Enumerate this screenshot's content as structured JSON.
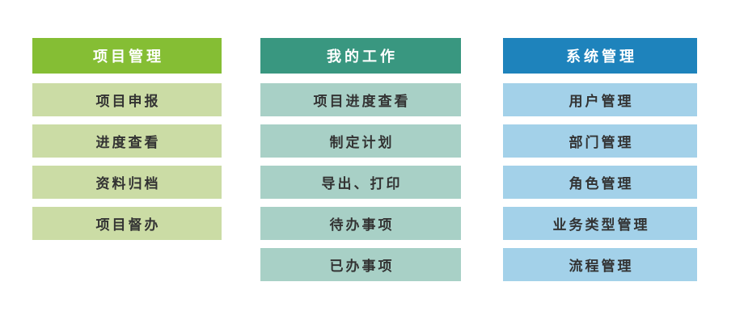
{
  "page": {
    "background": "#ffffff",
    "item_text_color": "#333333",
    "header_text_color": "#ffffff"
  },
  "columns": [
    {
      "id": "project-management",
      "header": {
        "label": "项目管理",
        "bg": "#85BE34"
      },
      "item_bg": "#CBDCA5",
      "items": [
        {
          "label": "项目申报"
        },
        {
          "label": "进度查看"
        },
        {
          "label": "资料归档"
        },
        {
          "label": "项目督办"
        }
      ]
    },
    {
      "id": "my-work",
      "header": {
        "label": "我的工作",
        "bg": "#399780"
      },
      "item_bg": "#A8D0C6",
      "items": [
        {
          "label": "项目进度查看"
        },
        {
          "label": "制定计划"
        },
        {
          "label": "导出、打印"
        },
        {
          "label": "待办事项"
        },
        {
          "label": "已办事项"
        }
      ]
    },
    {
      "id": "system-management",
      "header": {
        "label": "系统管理",
        "bg": "#1E83BC"
      },
      "item_bg": "#A3D1E9",
      "items": [
        {
          "label": "用户管理"
        },
        {
          "label": "部门管理"
        },
        {
          "label": "角色管理"
        },
        {
          "label": "业务类型管理"
        },
        {
          "label": "流程管理"
        }
      ]
    }
  ]
}
